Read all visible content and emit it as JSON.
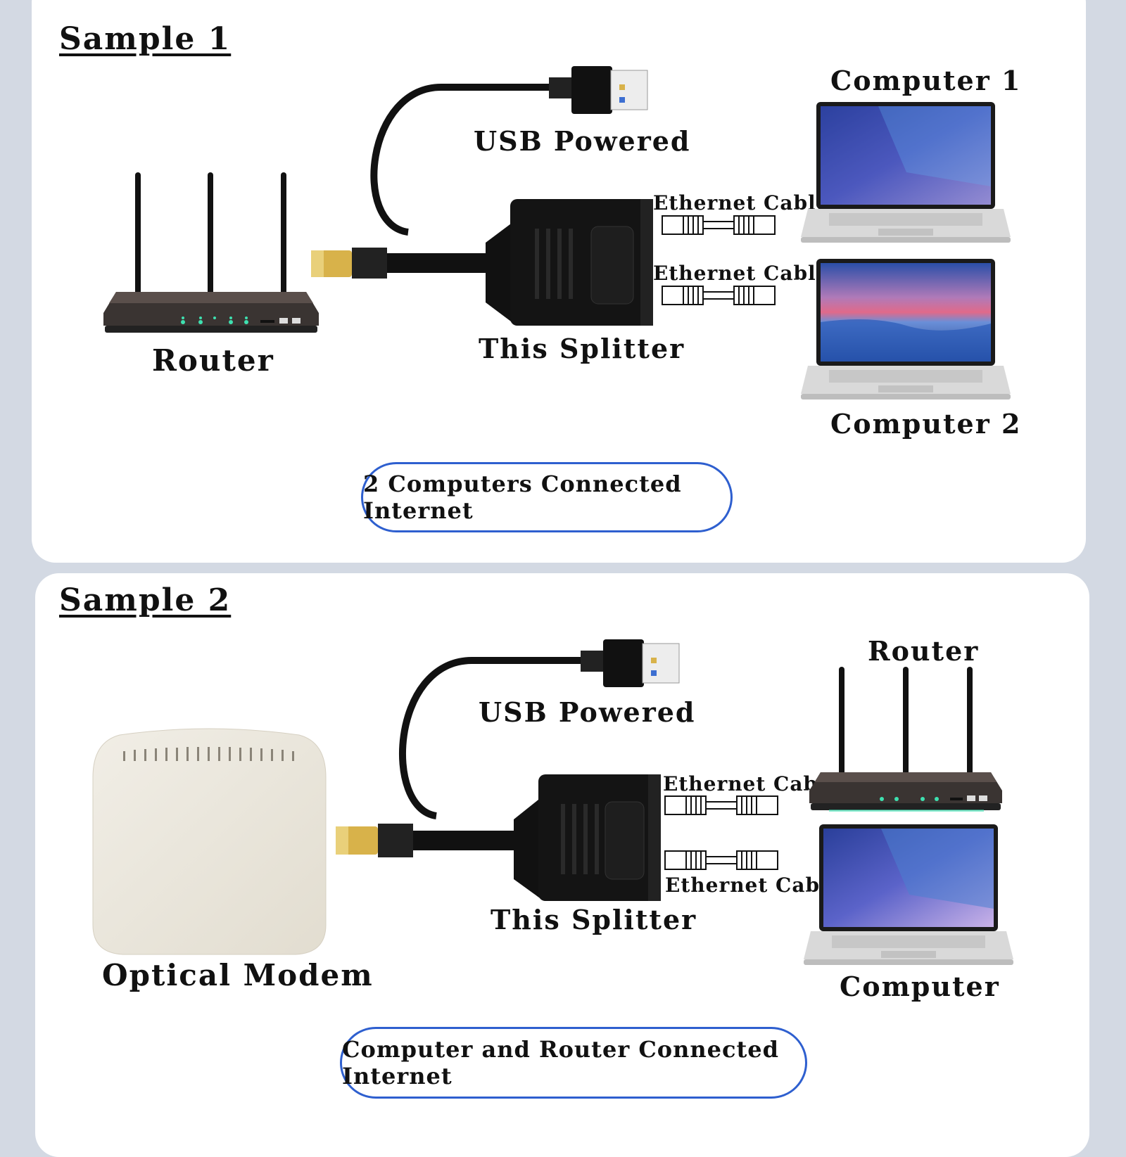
{
  "sample1": {
    "title": "Sample 1",
    "router_label": "Router",
    "usb_label": "USB Powered",
    "splitter_label": "This Splitter",
    "cable1_label": "Ethernet Cable",
    "cable2_label": "Ethernet Cable",
    "computer1_label": "Computer 1",
    "computer2_label": "Computer 2",
    "summary": "2 Computers Connected Internet"
  },
  "sample2": {
    "title": "Sample 2",
    "modem_label": "Optical Modem",
    "usb_label": "USB Powered",
    "splitter_label": "This Splitter",
    "cable1_label": "Ethernet Cable",
    "cable2_label": "Ethernet Cable",
    "router_label": "Router",
    "computer_label": "Computer",
    "summary": "Computer and Router Connected Internet"
  },
  "colors": {
    "pill_border": "#2e5fcf",
    "cable": "#111111",
    "rj45_gold": "#d8b24a",
    "router_led": "#3ee0b0",
    "modem_body": "#ebe7dc"
  },
  "icons": [
    "router-icon",
    "laptop-icon",
    "splitter-icon",
    "usb-plug-icon",
    "ethernet-cable-icon",
    "modem-icon"
  ]
}
